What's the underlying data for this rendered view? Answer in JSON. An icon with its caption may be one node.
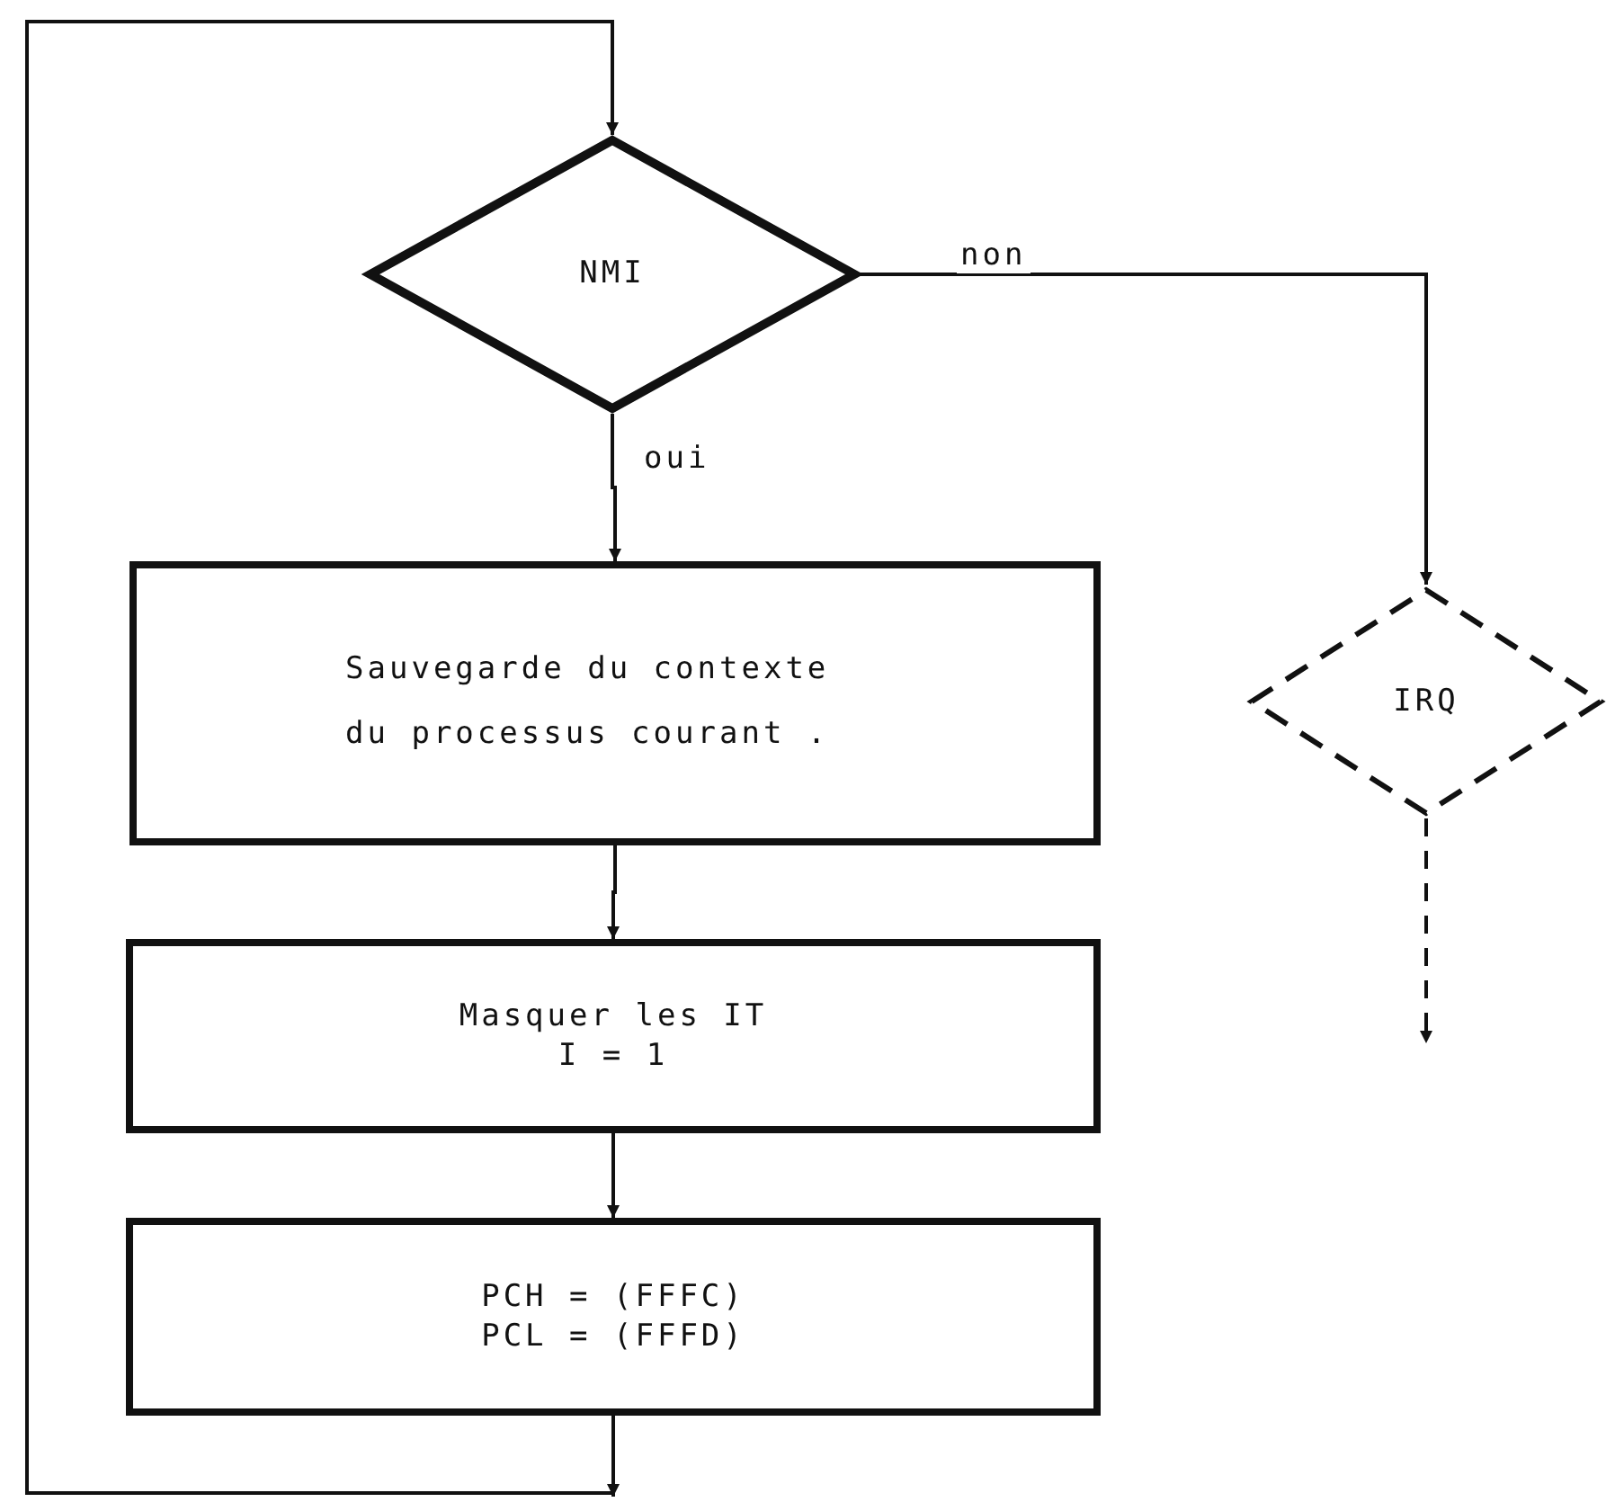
{
  "diagram": {
    "nodes": [
      {
        "text": [
          "NMI"
        ]
      },
      {
        "text": [
          "Sauvegarde du contexte du processus courant ."
        ]
      },
      {
        "text": [
          "Masquer les IT",
          "I = 1"
        ]
      },
      {
        "text": [
          "PCH = (FFFC)",
          "PCL = (FFFD)"
        ]
      },
      {
        "text": [
          "IRQ"
        ]
      }
    ],
    "edges": [
      {
        "from": 3,
        "to": 0,
        "arrow": "to"
      },
      {
        "from": 0,
        "to": 1,
        "label": "oui",
        "arrow": "to"
      },
      {
        "from": 0,
        "to": 4,
        "label": "non",
        "arrow": "to"
      },
      {
        "from": 1,
        "to": 2,
        "arrow": "to"
      },
      {
        "from": 2,
        "to": 3,
        "arrow": "to"
      },
      {
        "from": 3,
        "to": null,
        "arrow": "to"
      },
      {
        "from": 4,
        "to": null,
        "arrow": "to",
        "style": "dashed"
      }
    ]
  }
}
